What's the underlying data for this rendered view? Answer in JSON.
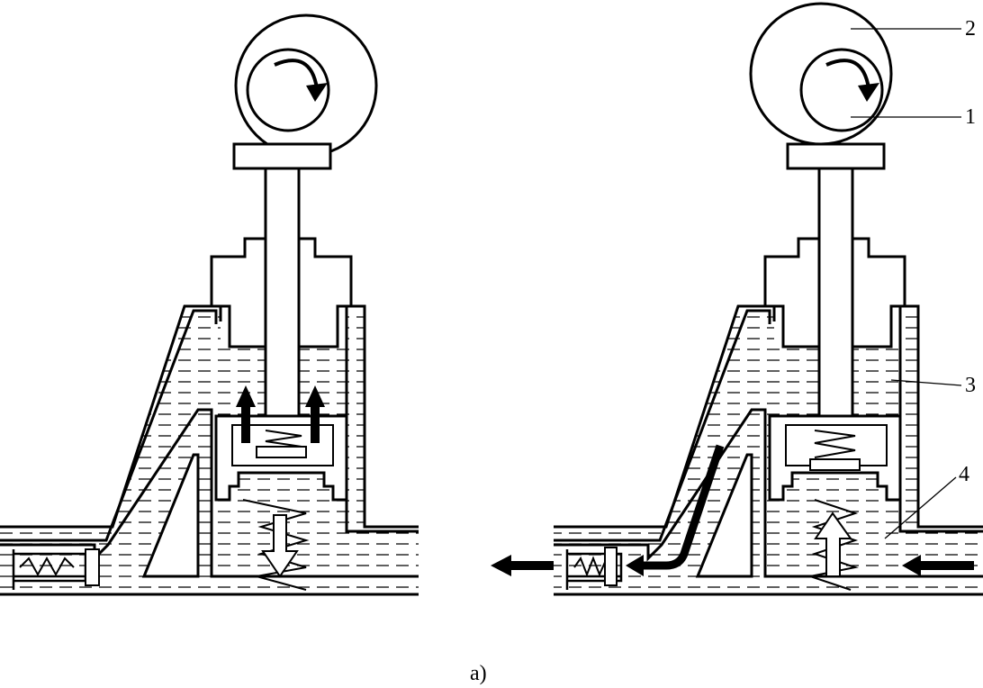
{
  "caption": "a)",
  "callouts": [
    {
      "id": "c1",
      "label": "1"
    },
    {
      "id": "c2",
      "label": "2"
    },
    {
      "id": "c3",
      "label": "3"
    },
    {
      "id": "c4",
      "label": "4"
    }
  ],
  "colors": {
    "stroke": "#000000",
    "fill": "#ffffff",
    "fluid_line": "#000000"
  }
}
